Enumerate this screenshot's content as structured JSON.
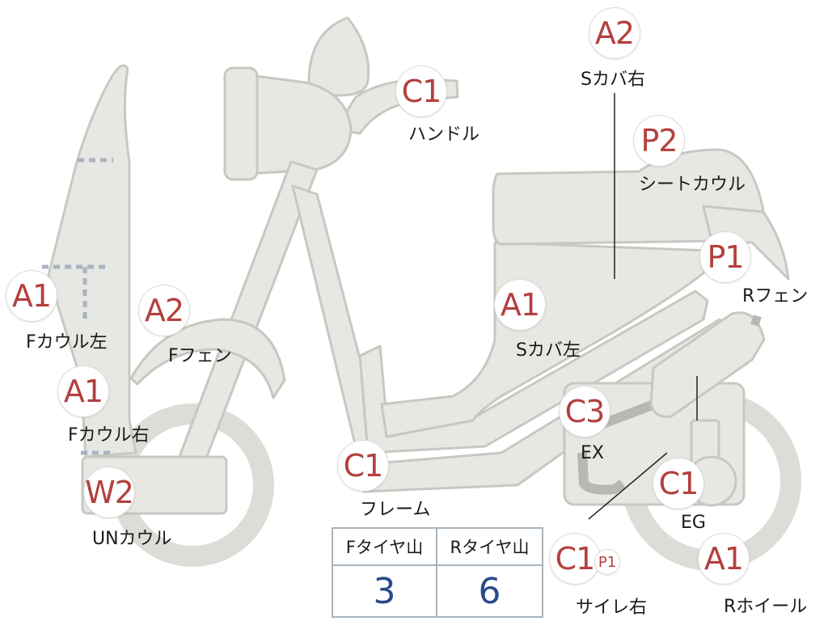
{
  "colors": {
    "part_fill": "#e7e7e3",
    "part_stroke": "#c8c8c2",
    "badge_text": "#b3403f",
    "value_text": "#274a8c",
    "table_border": "#a8b4be"
  },
  "parts": [
    {
      "code": "A2",
      "label": "Sカバ右"
    },
    {
      "code": "C1",
      "label": "ハンドル"
    },
    {
      "code": "P2",
      "label": "シートカウル"
    },
    {
      "code": "P1",
      "label": "Rフェン"
    },
    {
      "code": "A1",
      "label": "Fカウル左"
    },
    {
      "code": "A2",
      "label": "Fフェン"
    },
    {
      "code": "A1",
      "label": "Sカバ左"
    },
    {
      "code": "A1",
      "label": "Fカウル右"
    },
    {
      "code": "C3",
      "label": "EX"
    },
    {
      "code": "W2",
      "label": "UNカウル"
    },
    {
      "code": "C1",
      "label": "フレーム"
    },
    {
      "code": "C1",
      "label": "EG"
    },
    {
      "code": "C1",
      "code_extra": "P1",
      "label": "サイレ右"
    },
    {
      "code": "A1",
      "label": "Rホイール"
    }
  ],
  "tire_table": {
    "headers": [
      "Fタイヤ山",
      "Rタイヤ山"
    ],
    "values": [
      "3",
      "6"
    ]
  }
}
